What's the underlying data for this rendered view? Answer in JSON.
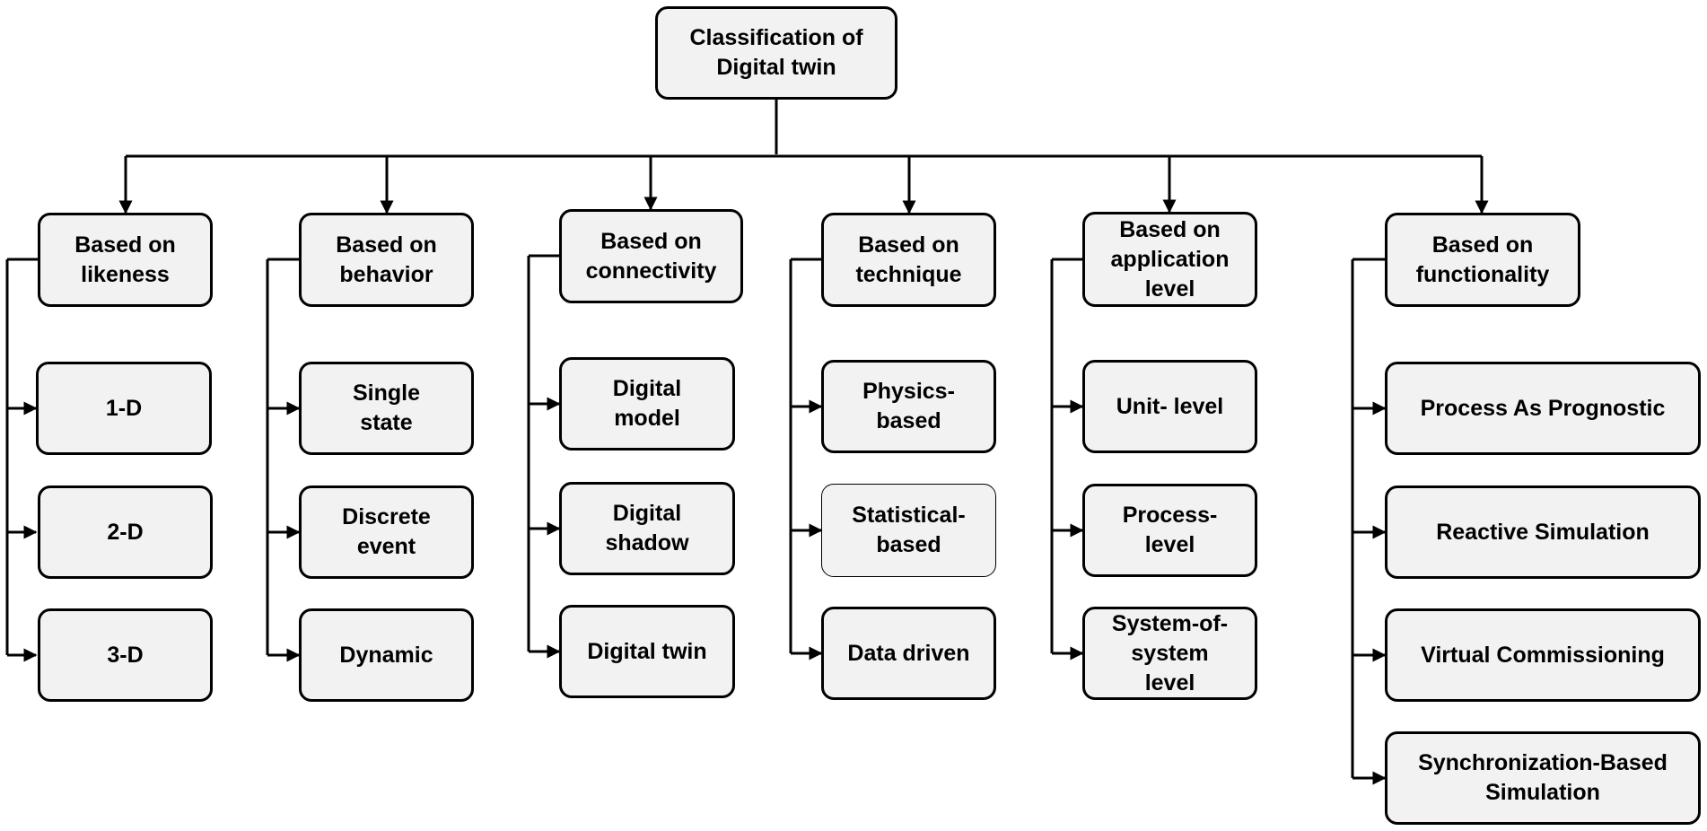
{
  "root": {
    "label": "Classification of\nDigital twin"
  },
  "categories": [
    {
      "label": "Based on\nlikeness",
      "items": [
        "1-D",
        "2-D",
        "3-D"
      ]
    },
    {
      "label": "Based on\nbehavior",
      "items": [
        "Single\nstate",
        "Discrete\nevent",
        "Dynamic"
      ]
    },
    {
      "label": "Based on\nconnectivity",
      "items": [
        "Digital\nmodel",
        "Digital\nshadow",
        "Digital twin"
      ]
    },
    {
      "label": "Based on\ntechnique",
      "items": [
        "Physics-\nbased",
        "Statistical-\nbased",
        "Data driven"
      ]
    },
    {
      "label": "Based on\napplication\nlevel",
      "items": [
        "Unit- level",
        "Process-\nlevel",
        "System-of-\nsystem\nlevel"
      ]
    },
    {
      "label": "Based on\nfunctionality",
      "items": [
        "Process As Prognostic",
        "Reactive Simulation",
        "Virtual Commissioning",
        "Synchronization-Based\nSimulation"
      ]
    }
  ]
}
